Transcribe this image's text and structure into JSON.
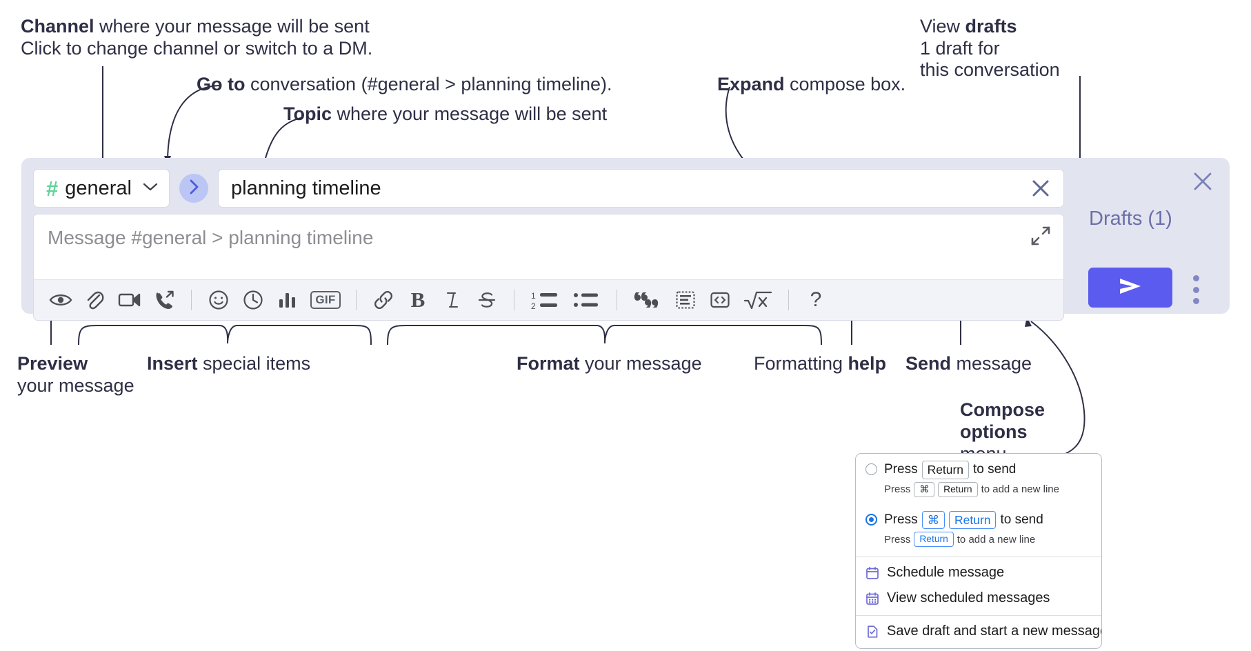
{
  "annotations": {
    "channel": {
      "bold": "Channel",
      "rest": " where your message will be sent",
      "italic": "Click to change channel or switch to a DM."
    },
    "goto": {
      "bold": "Go to",
      "rest": " conversation (#general > planning timeline)."
    },
    "topic": {
      "bold": "Topic",
      "rest": " where your message will be sent"
    },
    "expand": {
      "bold": "Expand",
      "rest": " compose box."
    },
    "drafts": {
      "plain": "View ",
      "bold": "drafts",
      "italic_line1": "1 draft for",
      "italic_line2": "this conversation"
    },
    "preview": {
      "bold": "Preview",
      "line2": "your message"
    },
    "insert": {
      "bold": "Insert",
      "rest": " special items"
    },
    "format": {
      "bold": "Format",
      "rest": " your message"
    },
    "formatting_help": {
      "plain": "Formatting ",
      "bold": "help"
    },
    "send": {
      "bold": "Send",
      "rest": " message"
    },
    "compose_options": {
      "bold_line1": "Compose",
      "bold_line2": "options",
      "line3": "menu"
    }
  },
  "compose": {
    "channel": {
      "hash": "#",
      "name": "general",
      "chevron_icon": "chevron-down-icon"
    },
    "goto_button": {
      "icon": "chevron-right-icon",
      "label": "Go to conversation"
    },
    "topic": {
      "value": "planning timeline",
      "clear_icon": "close-icon"
    },
    "message": {
      "placeholder": "Message #general > planning timeline",
      "expand_icon": "expand-icon"
    },
    "toolbar": [
      {
        "name": "preview-icon",
        "label": "Preview"
      },
      {
        "name": "attachment-icon",
        "label": "Attach file"
      },
      {
        "name": "video-icon",
        "label": "Video clip"
      },
      {
        "name": "call-icon",
        "label": "Call"
      },
      {
        "sep": true
      },
      {
        "name": "emoji-icon",
        "label": "Emoji"
      },
      {
        "name": "clock-icon",
        "label": "Reminder"
      },
      {
        "name": "poll-icon",
        "label": "Poll"
      },
      {
        "name": "gif-icon",
        "label": "GIF"
      },
      {
        "sep": true
      },
      {
        "name": "link-icon",
        "label": "Link"
      },
      {
        "name": "bold-icon",
        "label": "Bold"
      },
      {
        "name": "italic-icon",
        "label": "Italic"
      },
      {
        "name": "strikethrough-icon",
        "label": "Strikethrough"
      },
      {
        "sep": true
      },
      {
        "name": "ordered-list-icon",
        "label": "Ordered list"
      },
      {
        "name": "bulleted-list-icon",
        "label": "Bulleted list"
      },
      {
        "sep": true
      },
      {
        "name": "blockquote-icon",
        "label": "Blockquote"
      },
      {
        "name": "code-block-icon",
        "label": "Code block"
      },
      {
        "name": "inline-code-icon",
        "label": "Code"
      },
      {
        "name": "math-icon",
        "label": "Math"
      },
      {
        "sep": true
      },
      {
        "name": "help-icon",
        "label": "Formatting help"
      }
    ],
    "gif_label": "GIF",
    "bold_glyph": "B",
    "italic_glyph": "I",
    "help_glyph": "?",
    "drafts_label": "Drafts (1)",
    "send_label": "Send",
    "close_icon": "close-icon",
    "more_icon": "kebab-menu-icon"
  },
  "options_menu": {
    "row1": {
      "selected": false,
      "main_prefix": "Press",
      "main_key": "Return",
      "main_suffix": "to send",
      "sub_prefix": "Press",
      "sub_key1": "⌘",
      "sub_key2": "Return",
      "sub_suffix": "to add a new line"
    },
    "row2": {
      "selected": true,
      "main_prefix": "Press",
      "main_key1": "⌘",
      "main_key2": "Return",
      "main_suffix": "to send",
      "sub_prefix": "Press",
      "sub_key": "Return",
      "sub_suffix": "to add a new line"
    },
    "items": [
      {
        "icon": "calendar-icon",
        "label": "Schedule message"
      },
      {
        "icon": "calendar-grid-icon",
        "label": "View scheduled messages"
      },
      {
        "icon": "save-draft-icon",
        "label": "Save draft and start a new message"
      }
    ]
  },
  "colors": {
    "panel_bg": "#e2e4f0",
    "accent": "#5b5bf0",
    "channel_hash": "#62d39b",
    "drafts_text": "#6b6fa8",
    "kbd_blue": "#1a73e8",
    "annotation_text": "#2e2f45"
  }
}
